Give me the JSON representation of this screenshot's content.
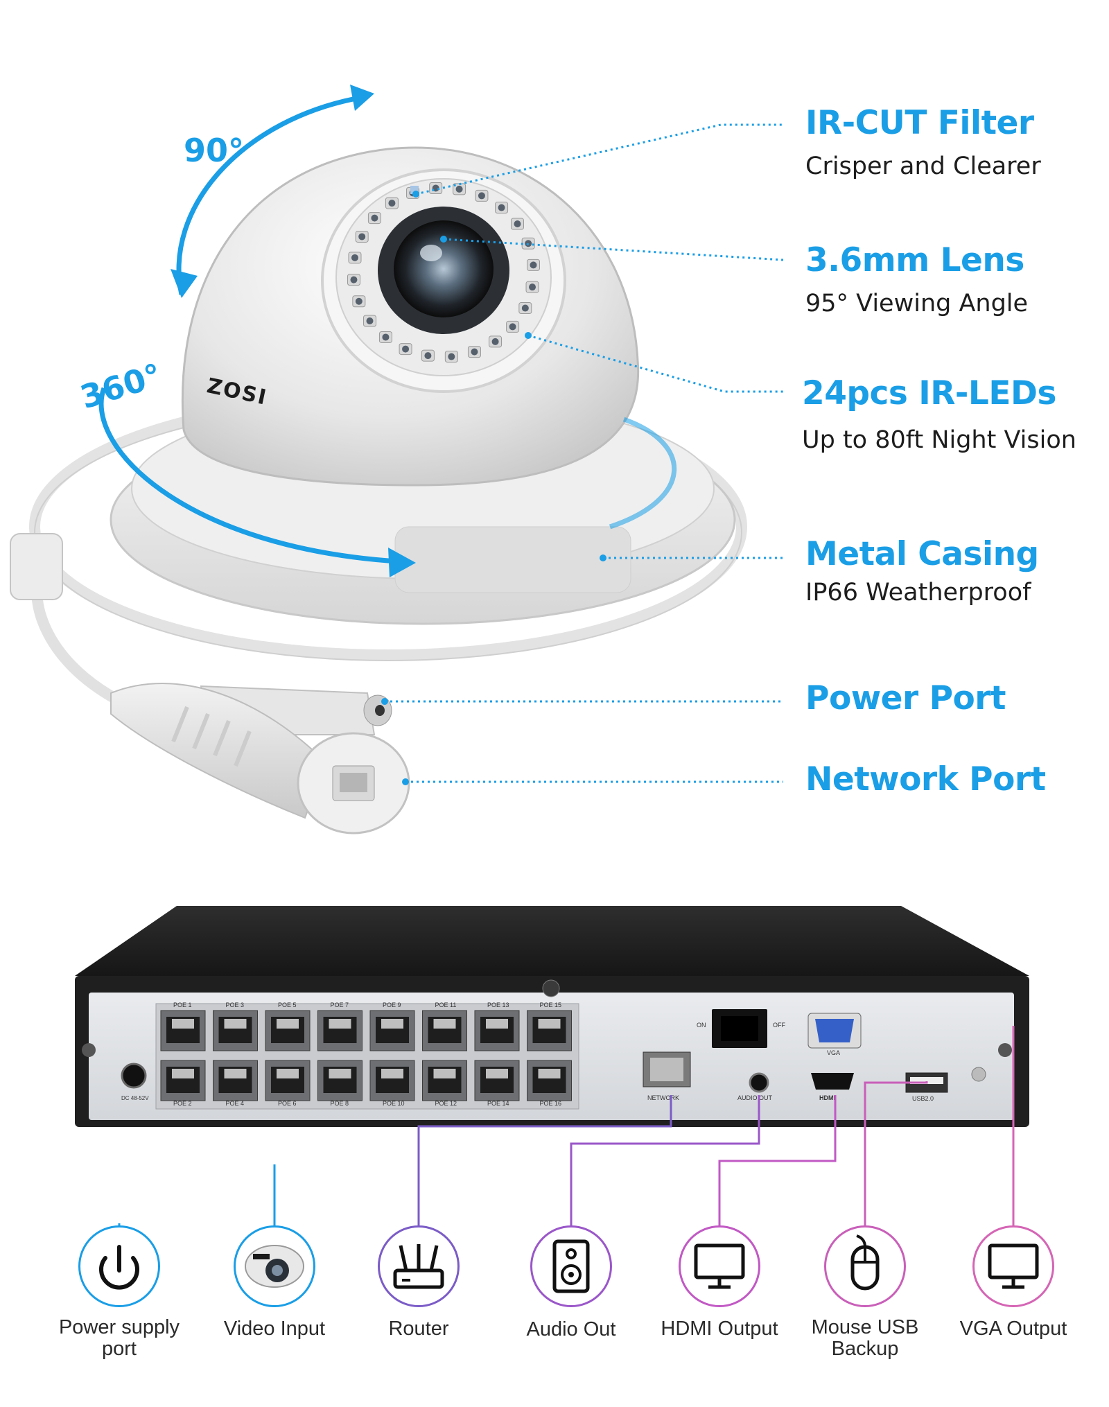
{
  "brand": "ZOSI",
  "rotation": {
    "tilt_label": "90°",
    "pan_label": "360°"
  },
  "accent_color": "#1a9ee6",
  "features": [
    {
      "title": "IR-CUT Filter",
      "subtitle": "Crisper and Clearer"
    },
    {
      "title": "3.6mm Lens",
      "subtitle": "95° Viewing Angle"
    },
    {
      "title": "24pcs IR-LEDs",
      "subtitle": "Up to 80ft Night Vision"
    },
    {
      "title": "Metal Casing",
      "subtitle": "IP66 Weatherproof"
    },
    {
      "title": "Power Port",
      "subtitle": ""
    },
    {
      "title": "Network Port",
      "subtitle": ""
    }
  ],
  "nvr": {
    "poe_top": [
      "POE 1",
      "POE 3",
      "POE 5",
      "POE 7",
      "POE 9",
      "POE 11",
      "POE 13",
      "POE 15"
    ],
    "poe_bottom": [
      "POE 2",
      "POE 4",
      "POE 6",
      "POE 8",
      "POE 10",
      "POE 12",
      "POE 14",
      "POE 16"
    ],
    "dc_label": "DC 48-52V",
    "on_label": "ON",
    "off_label": "OFF",
    "vga_label": "VGA",
    "network_label": "NETWORK",
    "audio_label": "AUDIO OUT",
    "hdmi_label": "HDMI",
    "usb_label": "USB2.0"
  },
  "connections": [
    {
      "label": "Power supply port",
      "icon": "power-icon",
      "color": "#1a9ee6"
    },
    {
      "label": "Video Input",
      "icon": "camera-icon",
      "color": "#1a9ee6"
    },
    {
      "label": "Router",
      "icon": "router-icon",
      "color": "#7b5cc7"
    },
    {
      "label": "Audio Out",
      "icon": "speaker-icon",
      "color": "#9a57c9"
    },
    {
      "label": "HDMI Output",
      "icon": "monitor-icon",
      "color": "#c159c4"
    },
    {
      "label": "Mouse USB Backup",
      "icon": "mouse-icon",
      "color": "#c95fb9"
    },
    {
      "label": "VGA Output",
      "icon": "monitor-icon",
      "color": "#d565b5"
    }
  ]
}
